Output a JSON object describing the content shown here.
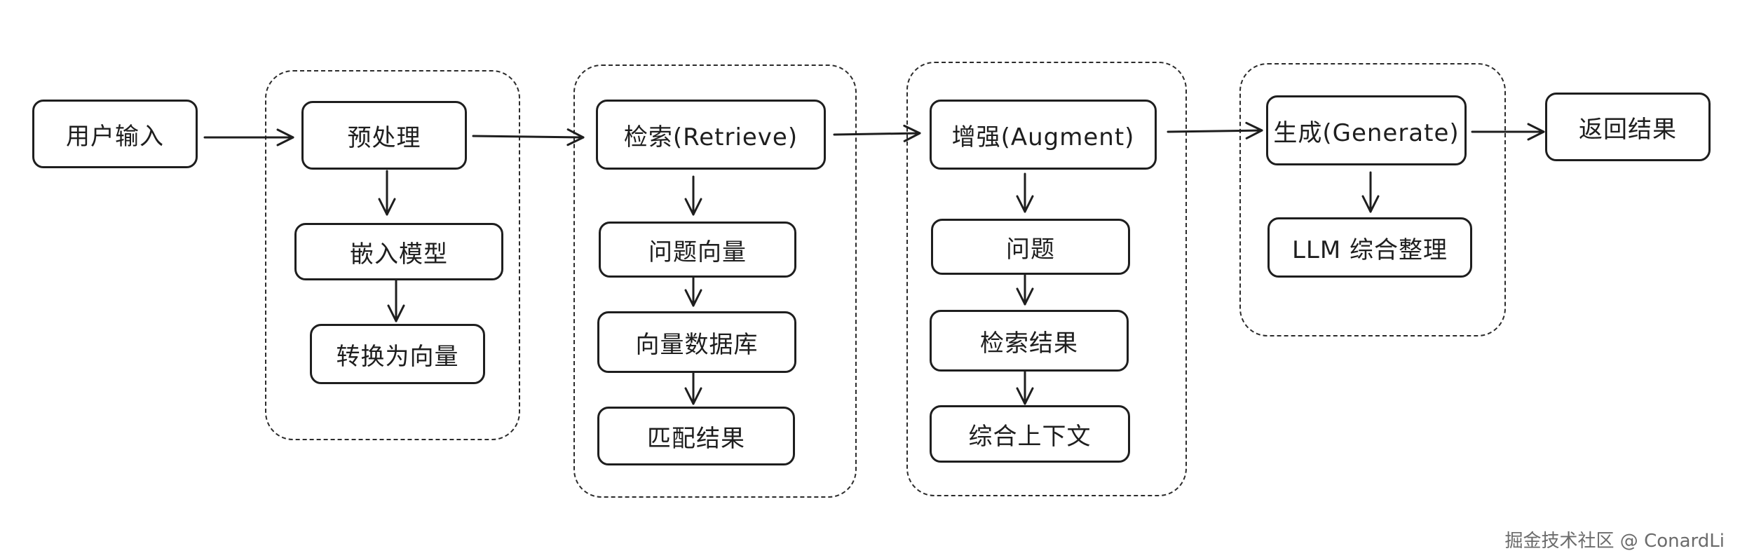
{
  "nodes": {
    "input": "用户输入",
    "preprocess": "预处理",
    "embed_model": "嵌入模型",
    "to_vector": "转换为向量",
    "retrieve": "检索(Retrieve)",
    "question_vector": "问题向量",
    "vector_db": "向量数据库",
    "match_results": "匹配结果",
    "augment": "增强(Augment)",
    "question": "问题",
    "retrieval_results": "检索结果",
    "combine_context": "综合上下文",
    "generate": "生成(Generate)",
    "llm_summarize": "LLM 综合整理",
    "return_results": "返回结果"
  },
  "watermark": "掘金技术社区 @ ConardLi"
}
